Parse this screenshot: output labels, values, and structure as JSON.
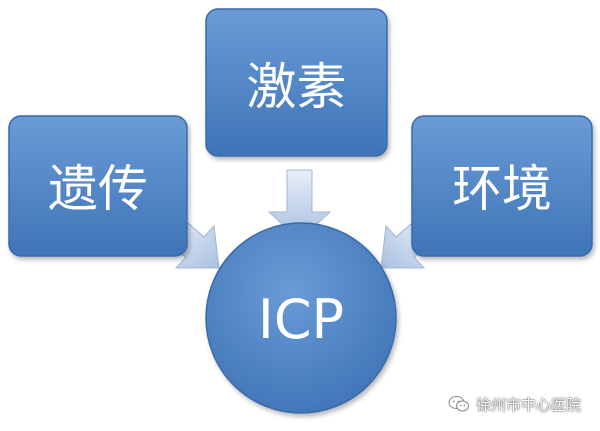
{
  "diagram": {
    "nodes": {
      "hormone": {
        "label": "激素"
      },
      "genetics": {
        "label": "遗传"
      },
      "environment": {
        "label": "环境"
      },
      "center": {
        "label": "ICP"
      }
    },
    "colors": {
      "box_fill_top": "#6a9bd6",
      "box_fill_bottom": "#3f74b7",
      "box_stroke": "#3a6aa8",
      "arrow_fill_top": "#e7eef8",
      "arrow_fill_bottom": "#a8c0e0",
      "label": "#ffffff"
    }
  },
  "watermark": {
    "text": "徐州市中心医院",
    "icon": "wechat-icon"
  }
}
